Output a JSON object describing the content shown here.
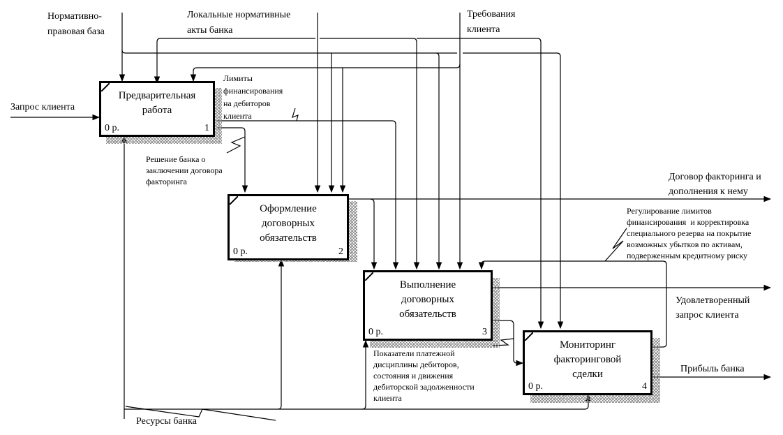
{
  "diagram": {
    "type": "IDEF0",
    "blocks": [
      {
        "id": "1",
        "title": "Предварительная\nработа",
        "cost": "0 р.",
        "number": "1"
      },
      {
        "id": "2",
        "title": "Оформление\nдоговорных\nобязательств",
        "cost": "0 р.",
        "number": "2"
      },
      {
        "id": "3",
        "title": "Выполнение\nдоговорных\nобязательств",
        "cost": "0 р.",
        "number": "3"
      },
      {
        "id": "4",
        "title": "Мониторинг\nфакторинговой\nсделки",
        "cost": "0 р.",
        "number": "4"
      }
    ],
    "arrows": {
      "input_request": "Запрос клиента",
      "control_legal_base": "Нормативно-\nправовая база",
      "control_local_acts": "Локальные нормативные\nакты банка",
      "control_client_requirements": "Требования\nклиента",
      "limits": "Лимиты\nфинансирования\nна дебиторов\nклиента",
      "decision": "Решение банка о\nзаключении договора\nфакторинга",
      "output_contract": "Договор факторинга и\nдополнения к нему",
      "feedback_regulation": "Регулирование лимитов\nфинансирования  и корректировка\nспециального резерва на покрытие\nвозможных убытков по активам,\nподверженным кредитному риску",
      "output_satisfied": "Удовлетворенный\nзапрос клиента",
      "indicators": "Показатели платежной\nдисциплины дебиторов,\nсостояния и движения\nдебиторской задолженности\nклиента",
      "output_profit": "Прибыль банка",
      "mechanism_resources": "Ресурсы банка"
    }
  }
}
